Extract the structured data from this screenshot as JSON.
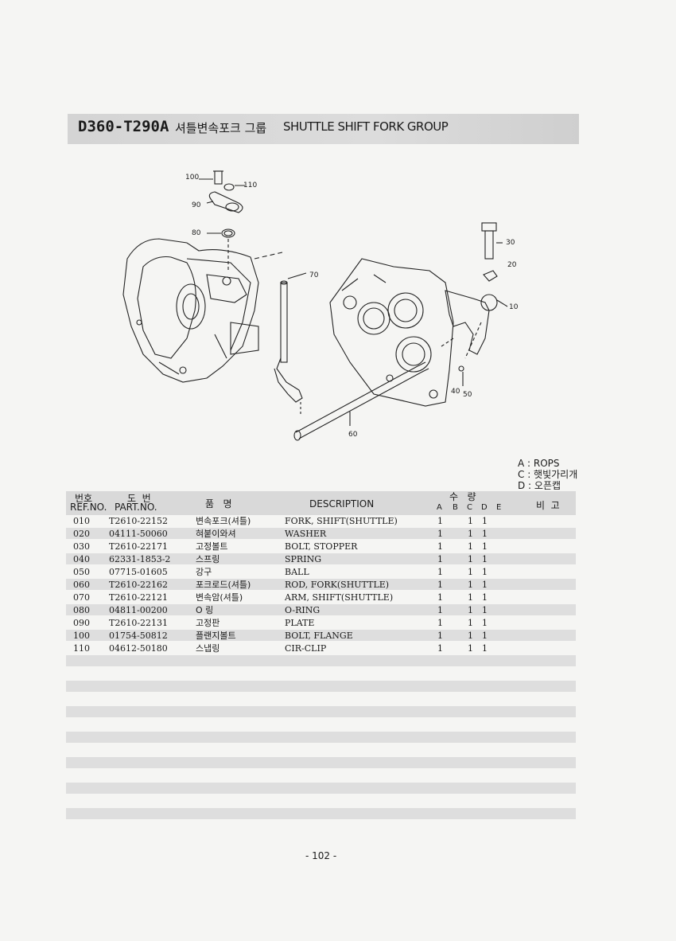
{
  "title": {
    "code": "D360-T290A",
    "name_kr": "셔틀변속포크 그룹",
    "name_en": "SHUTTLE SHIFT FORK GROUP"
  },
  "diagram_labels": [
    "100",
    "110",
    "90",
    "80",
    "70",
    "30",
    "20",
    "10",
    "40",
    "50",
    "60"
  ],
  "legend": [
    "A : ROPS",
    "C : 햇빛가리개",
    "D : 오픈캡"
  ],
  "table_headers": {
    "ref_kr": "번호",
    "ref_en": "REF.NO.",
    "part_kr": "도  번",
    "part_en": "PART.NO.",
    "name_kr": "품   명",
    "description": "DESCRIPTION",
    "qty_kr": "수   량",
    "cols": [
      "A",
      "B",
      "C",
      "D",
      "E"
    ],
    "remarks": "비  고"
  },
  "rows": [
    {
      "ref": "010",
      "part": "T2610-22152",
      "name": "변속포크(셔틀)",
      "desc": "FORK, SHIFT(SHUTTLE)",
      "a": "1",
      "c": "1",
      "d": "1"
    },
    {
      "ref": "020",
      "part": "04111-50060",
      "name": "혀붙이와셔",
      "desc": "WASHER",
      "a": "1",
      "c": "1",
      "d": "1"
    },
    {
      "ref": "030",
      "part": "T2610-22171",
      "name": "고정볼트",
      "desc": "BOLT, STOPPER",
      "a": "1",
      "c": "1",
      "d": "1"
    },
    {
      "ref": "040",
      "part": "62331-1853-2",
      "name": "스프링",
      "desc": "SPRING",
      "a": "1",
      "c": "1",
      "d": "1"
    },
    {
      "ref": "050",
      "part": "07715-01605",
      "name": "강구",
      "desc": "BALL",
      "a": "1",
      "c": "1",
      "d": "1"
    },
    {
      "ref": "060",
      "part": "T2610-22162",
      "name": "포크로드(셔틀)",
      "desc": "ROD, FORK(SHUTTLE)",
      "a": "1",
      "c": "1",
      "d": "1"
    },
    {
      "ref": "070",
      "part": "T2610-22121",
      "name": "변속암(셔틀)",
      "desc": "ARM, SHIFT(SHUTTLE)",
      "a": "1",
      "c": "1",
      "d": "1"
    },
    {
      "ref": "080",
      "part": "04811-00200",
      "name": "O 링",
      "desc": "O-RING",
      "a": "1",
      "c": "1",
      "d": "1"
    },
    {
      "ref": "090",
      "part": "T2610-22131",
      "name": "고정판",
      "desc": "PLATE",
      "a": "1",
      "c": "1",
      "d": "1"
    },
    {
      "ref": "100",
      "part": "01754-50812",
      "name": "플랜지볼트",
      "desc": "BOLT, FLANGE",
      "a": "1",
      "c": "1",
      "d": "1"
    },
    {
      "ref": "110",
      "part": "04612-50180",
      "name": "스냅링",
      "desc": "CIR-CLIP",
      "a": "1",
      "c": "1",
      "d": "1"
    }
  ],
  "page_number": "- 102 -"
}
